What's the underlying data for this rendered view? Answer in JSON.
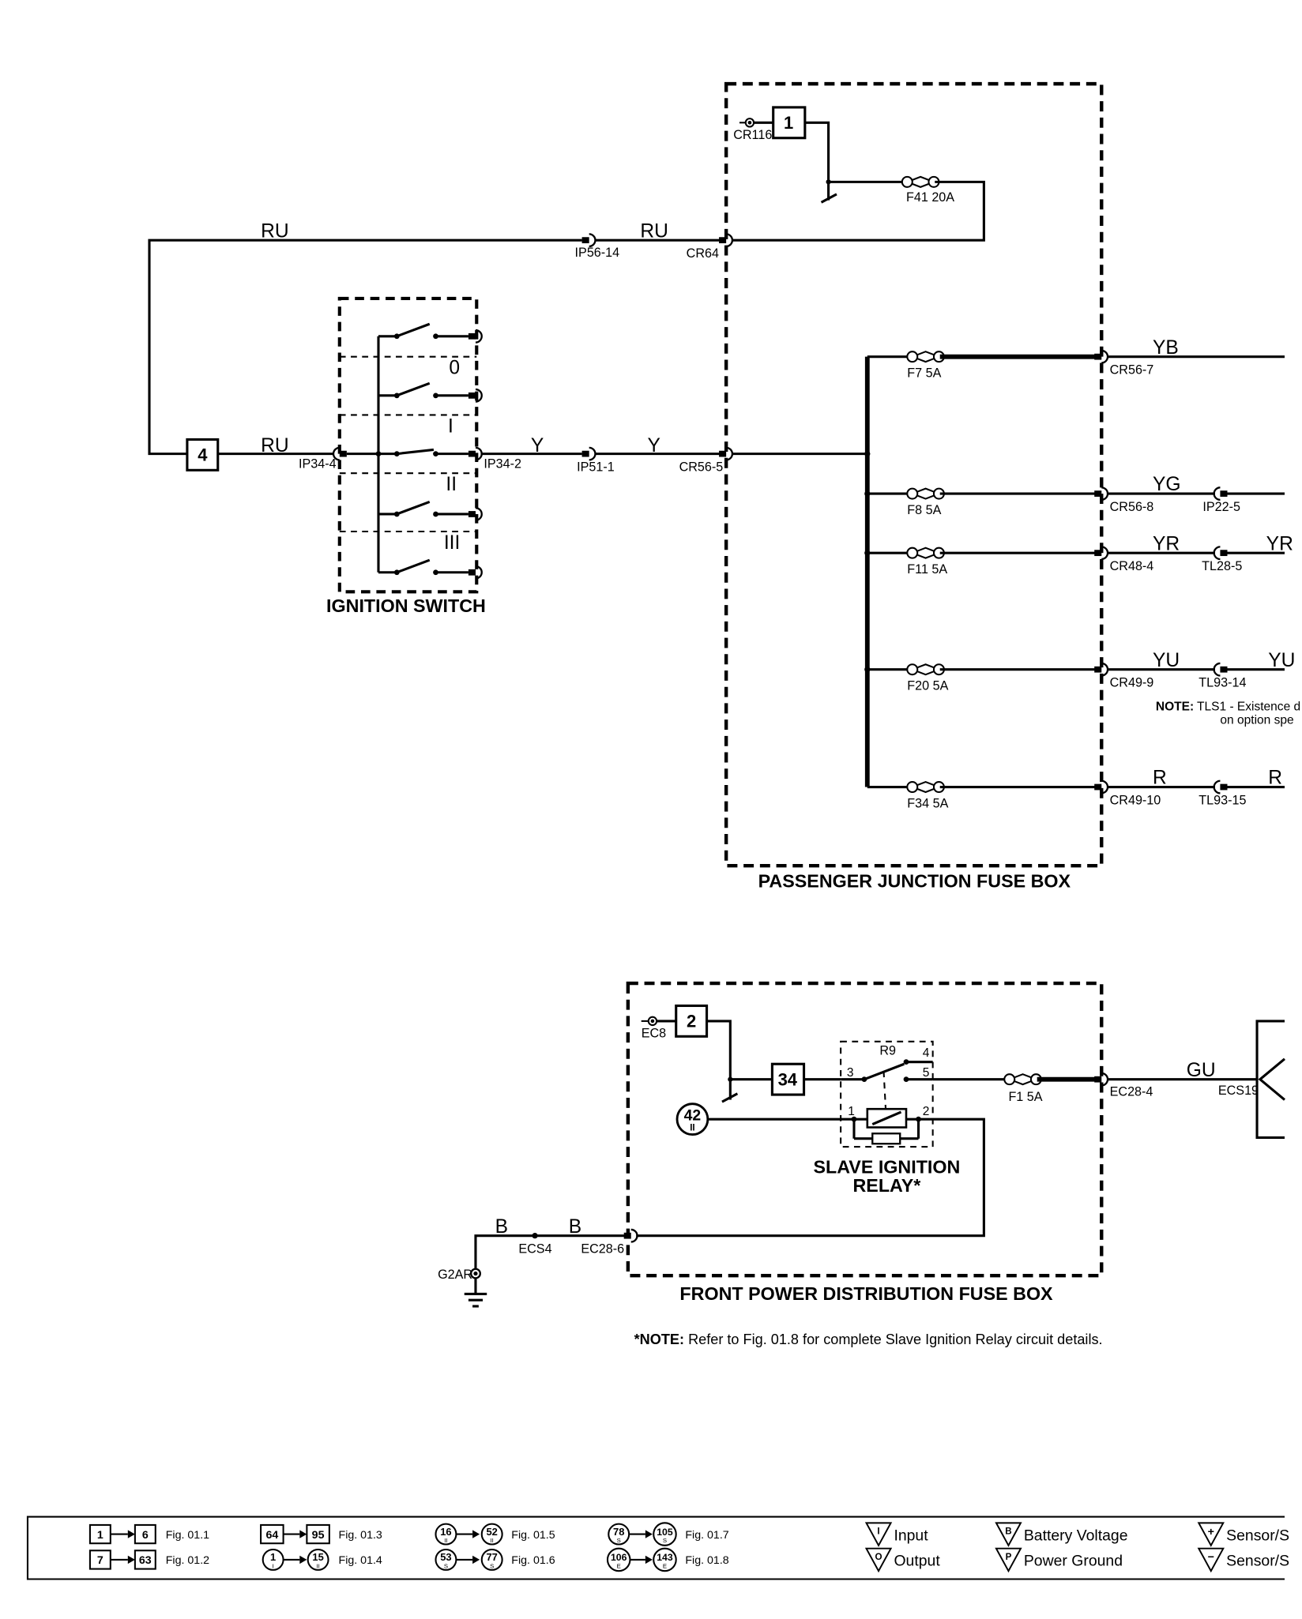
{
  "passenger_fuse_box": {
    "title": "PASSENGER JUNCTION FUSE BOX",
    "feed_ref": "1",
    "feed_connector": "CR116",
    "fuses": {
      "f41": "F41 20A",
      "f7": "F7 5A",
      "f8": "F8 5A",
      "f11": "F11 5A",
      "f20": "F20 5A",
      "f34": "F34 5A"
    },
    "connectors": {
      "cr64": "CR64",
      "cr56_5": "CR56-5",
      "cr56_7": "CR56-7",
      "cr56_8": "CR56-8",
      "cr48_4": "CR48-4",
      "cr49_9": "CR49-9",
      "cr49_10": "CR49-10"
    }
  },
  "ignition_switch": {
    "title": "IGNITION SWITCH",
    "positions": [
      "0",
      "I",
      "II",
      "III"
    ],
    "in_connector": "IP34-4",
    "out_connector": "IP34-2"
  },
  "left_circuit": {
    "ref": "4",
    "wire_ru": "RU",
    "wire_y": "Y",
    "ip56_14": "IP56-14",
    "ip51_1": "IP51-1"
  },
  "outputs": {
    "yb": "YB",
    "yg": "YG",
    "yr": "YR",
    "yu": "YU",
    "r": "R",
    "yr_cont": "YR",
    "yu_cont": "YU",
    "r_cont": "R",
    "ip22_5": "IP22-5",
    "tl28_5": "TL28-5",
    "tl93_14": "TL93-14",
    "tl93_15": "TL93-15",
    "note_bold": "NOTE:",
    "note_line1": "TLS1 - Existence d",
    "note_line2": "on option spe"
  },
  "front_fuse_box": {
    "title": "FRONT POWER DISTRIBUTION FUSE BOX",
    "feed_ref": "2",
    "feed_connector": "EC8",
    "ref_34": "34",
    "ref_42": "42",
    "ref_42_sub": "II",
    "relay_id": "R9",
    "relay_title_1": "SLAVE IGNITION",
    "relay_title_2": "RELAY*",
    "pins": [
      "3",
      "4",
      "5",
      "1",
      "2"
    ],
    "fuse_f1": "F1 5A",
    "ec28_4": "EC28-4",
    "ec28_6": "EC28-6",
    "wire_gu": "GU",
    "ecs19": "ECS19",
    "wire_b": "B",
    "ecs4": "ECS4",
    "ground": "G2AR"
  },
  "note": {
    "bold": "*NOTE:",
    "text": " Refer to Fig. 01.8 for complete Slave Ignition Relay circuit details."
  },
  "legend": {
    "squares": [
      {
        "from": "1",
        "to": "6",
        "fig": "Fig. 01.1"
      },
      {
        "from": "7",
        "to": "63",
        "fig": "Fig. 01.2"
      },
      {
        "from": "64",
        "to": "95",
        "fig": "Fig. 01.3"
      }
    ],
    "circles": [
      {
        "from": "1",
        "from_sub": "I",
        "to": "15",
        "to_sub": "II",
        "fig": "Fig. 01.4"
      },
      {
        "from": "16",
        "from_sub": "II",
        "to": "52",
        "to_sub": "II",
        "fig": "Fig. 01.5"
      },
      {
        "from": "53",
        "from_sub": "S",
        "to": "77",
        "to_sub": "S",
        "fig": "Fig. 01.6"
      },
      {
        "from": "78",
        "from_sub": "S",
        "to": "105",
        "to_sub": "S",
        "fig": "Fig. 01.7"
      },
      {
        "from": "106",
        "from_sub": "E",
        "to": "143",
        "to_sub": "E",
        "fig": "Fig. 01.8"
      }
    ],
    "symbols": [
      {
        "glyph": "I",
        "label": "Input"
      },
      {
        "glyph": "O",
        "label": "Output"
      },
      {
        "glyph": "B",
        "label": "Battery Voltage"
      },
      {
        "glyph": "P",
        "label": "Power Ground"
      },
      {
        "glyph": "+",
        "label": "Sensor/S"
      },
      {
        "glyph": "−",
        "label": "Sensor/S"
      }
    ]
  }
}
